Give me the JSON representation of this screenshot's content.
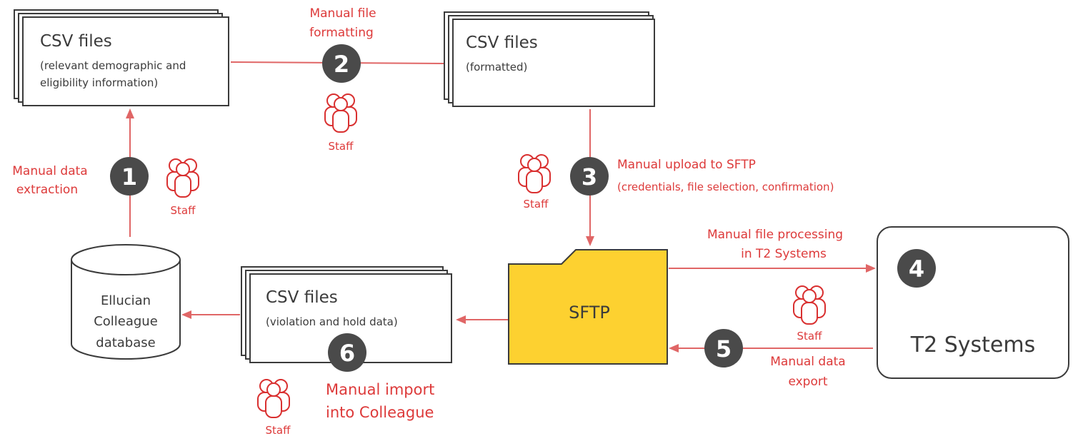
{
  "colors": {
    "ink": "#3b3b3b",
    "accent_red": "#dd3a3a",
    "arrow_red": "#e06666",
    "folder_yellow": "#fdd130",
    "step_circle": "#4a4a4a"
  },
  "nodes": {
    "csv_source": {
      "title": "CSV files",
      "line1": "(relevant demographic and",
      "line2": "eligibility information)"
    },
    "csv_formatted": {
      "title": "CSV files",
      "line1": "(formatted)"
    },
    "csv_violation": {
      "title": "CSV files",
      "line1": "(violation and hold data)"
    },
    "database": {
      "line1": "Ellucian",
      "line2": "Colleague",
      "line3": "database"
    },
    "sftp": {
      "label": "SFTP"
    },
    "t2": {
      "label": "T2 Systems"
    }
  },
  "steps": [
    {
      "number": "1",
      "label_line1": "Manual data",
      "label_line2": "extraction",
      "staff": "Staff"
    },
    {
      "number": "2",
      "label_line1": "Manual file",
      "label_line2": "formatting",
      "staff": "Staff"
    },
    {
      "number": "3",
      "label_line1": "Manual upload to SFTP",
      "label_line2": "(credentials, file selection, confirmation)",
      "staff": "Staff"
    },
    {
      "number": "4",
      "label_line1": "Manual file processing",
      "label_line2": "in T2 Systems"
    },
    {
      "number": "5",
      "label_line1": "Manual data",
      "label_line2": "export",
      "staff": "Staff"
    },
    {
      "number": "6",
      "label_line1": "Manual import",
      "label_line2": "into Colleague",
      "staff": "Staff"
    }
  ]
}
